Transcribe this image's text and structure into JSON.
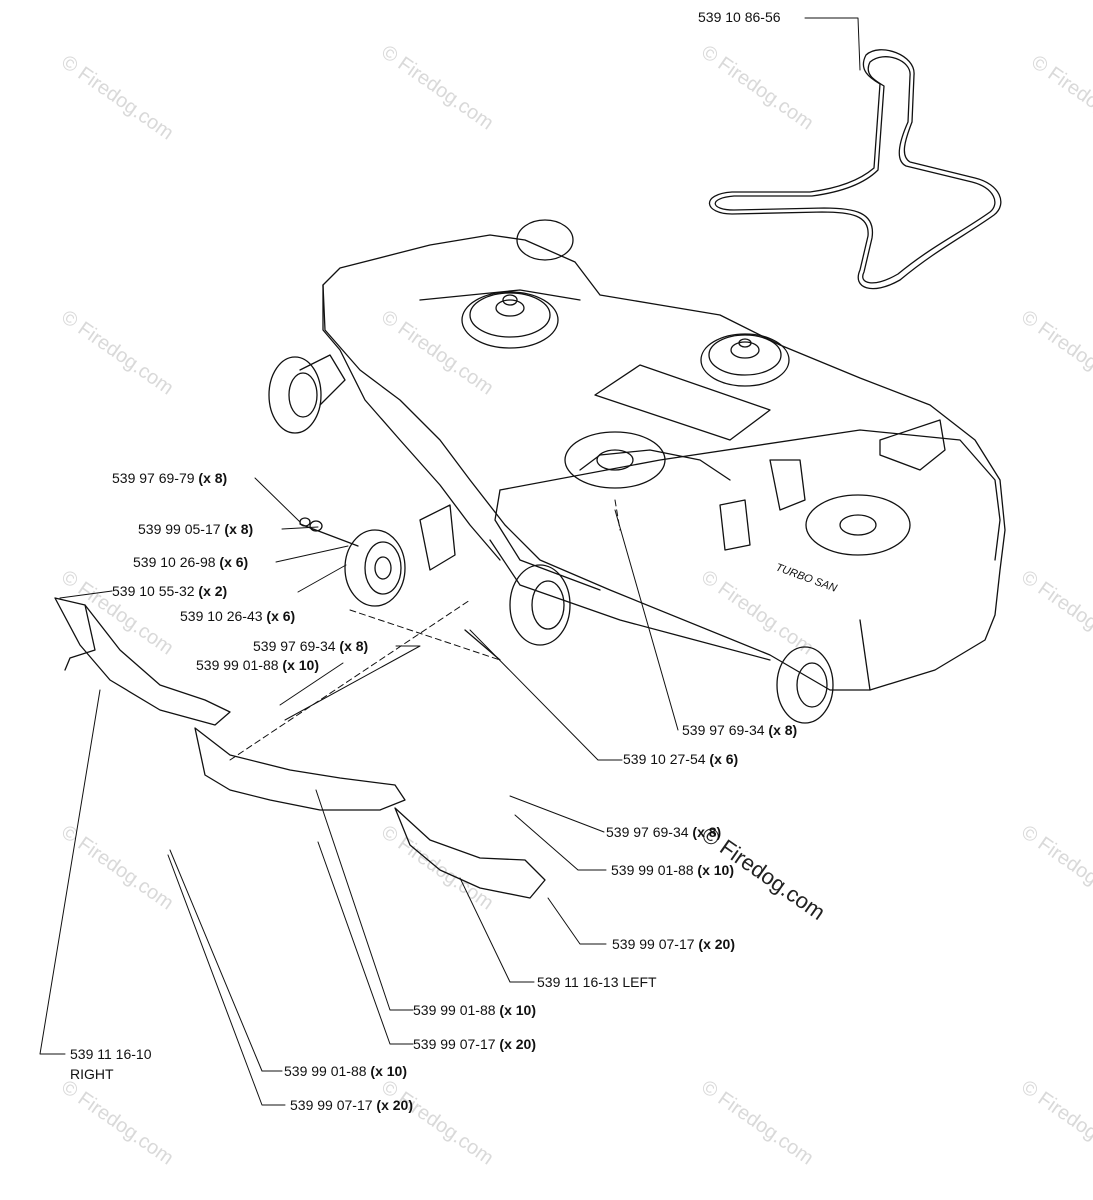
{
  "watermark": {
    "text": "© Firedog.com"
  },
  "deck_brand": "TURBO SAN",
  "callouts": [
    {
      "id": "belt",
      "part": "539 10 86-56",
      "qty": ""
    },
    {
      "id": "nut-a",
      "part": "539 97 69-79",
      "qty": "(x 8)"
    },
    {
      "id": "washer-a",
      "part": "539 99 05-17",
      "qty": "(x 8)"
    },
    {
      "id": "bolt-a",
      "part": "539 10 26-98",
      "qty": "(x 6)"
    },
    {
      "id": "bracket",
      "part": "539 10 55-32",
      "qty": "(x 2)"
    },
    {
      "id": "wheel",
      "part": "539 10 26-43",
      "qty": "(x 6)"
    },
    {
      "id": "nut-b",
      "part": "539 97 69-34",
      "qty": "(x 8)"
    },
    {
      "id": "washer-b",
      "part": "539 99 01-88",
      "qty": "(x 10)"
    },
    {
      "id": "nut-c",
      "part": "539 97 69-34",
      "qty": "(x 8)"
    },
    {
      "id": "bolt-b",
      "part": "539 10 27-54",
      "qty": "(x 6)"
    },
    {
      "id": "nut-d",
      "part": "539 97 69-34",
      "qty": "(x 8)"
    },
    {
      "id": "washer-d",
      "part": "539 99 01-88",
      "qty": "(x 10)"
    },
    {
      "id": "screw-d",
      "part": "539 99 07-17",
      "qty": "(x 20)"
    },
    {
      "id": "left",
      "part": "539 11 16-13 LEFT",
      "qty": ""
    },
    {
      "id": "washer-e",
      "part": "539 99 01-88",
      "qty": "(x 10)"
    },
    {
      "id": "screw-e",
      "part": "539 99 07-17",
      "qty": "(x 20)"
    },
    {
      "id": "right",
      "part": "539 11 16-10",
      "qty": "",
      "sub": "RIGHT"
    },
    {
      "id": "washer-f",
      "part": "539 99 01-88",
      "qty": "(x 10)"
    },
    {
      "id": "screw-f",
      "part": "539 99 07-17",
      "qty": "(x 20)"
    }
  ]
}
